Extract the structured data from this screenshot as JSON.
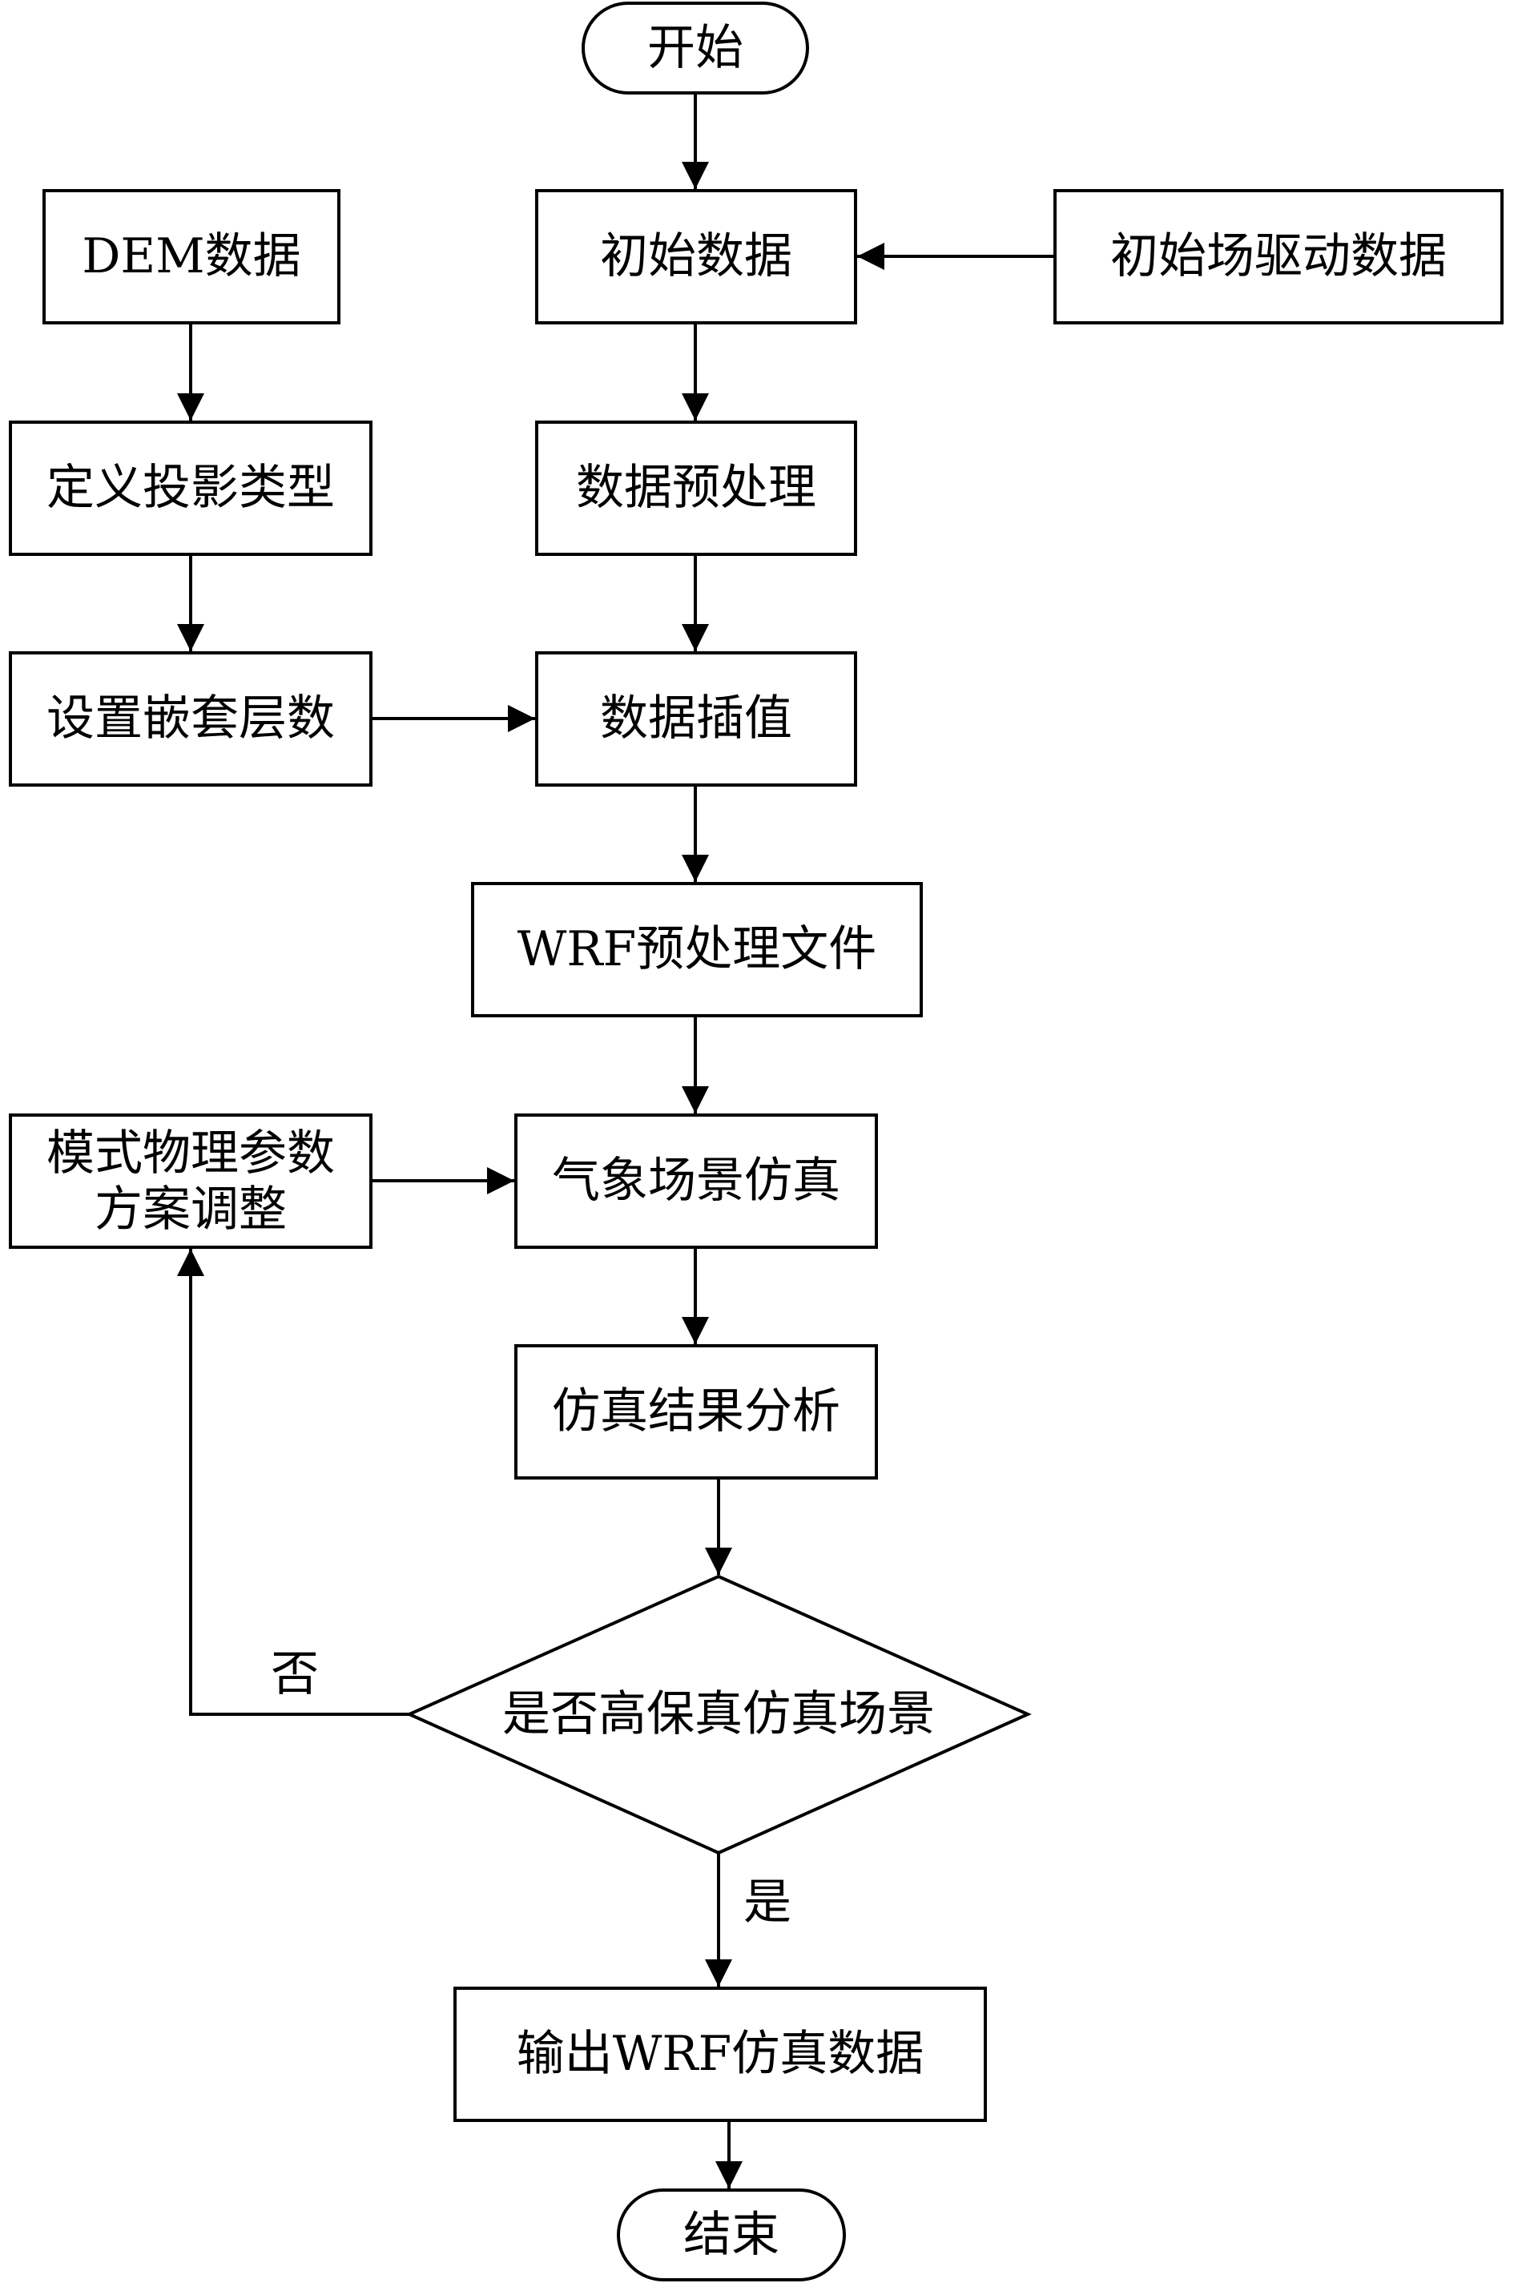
{
  "nodes": {
    "start": "开始",
    "dem": "DEM数据",
    "init_data": "初始数据",
    "init_field": "初始场驱动数据",
    "projection": "定义投影类型",
    "preprocess": "数据预处理",
    "nesting": "设置嵌套层数",
    "interp": "数据插值",
    "wrf_pre": "WRF预处理文件",
    "physics_line1": "模式物理参数",
    "physics_line2": "方案调整",
    "sim": "气象场景仿真",
    "analysis": "仿真结果分析",
    "decision": "是否高保真仿真场景",
    "output": "输出WRF仿真数据",
    "end": "结束"
  },
  "edge_labels": {
    "no": "否",
    "yes": "是"
  }
}
